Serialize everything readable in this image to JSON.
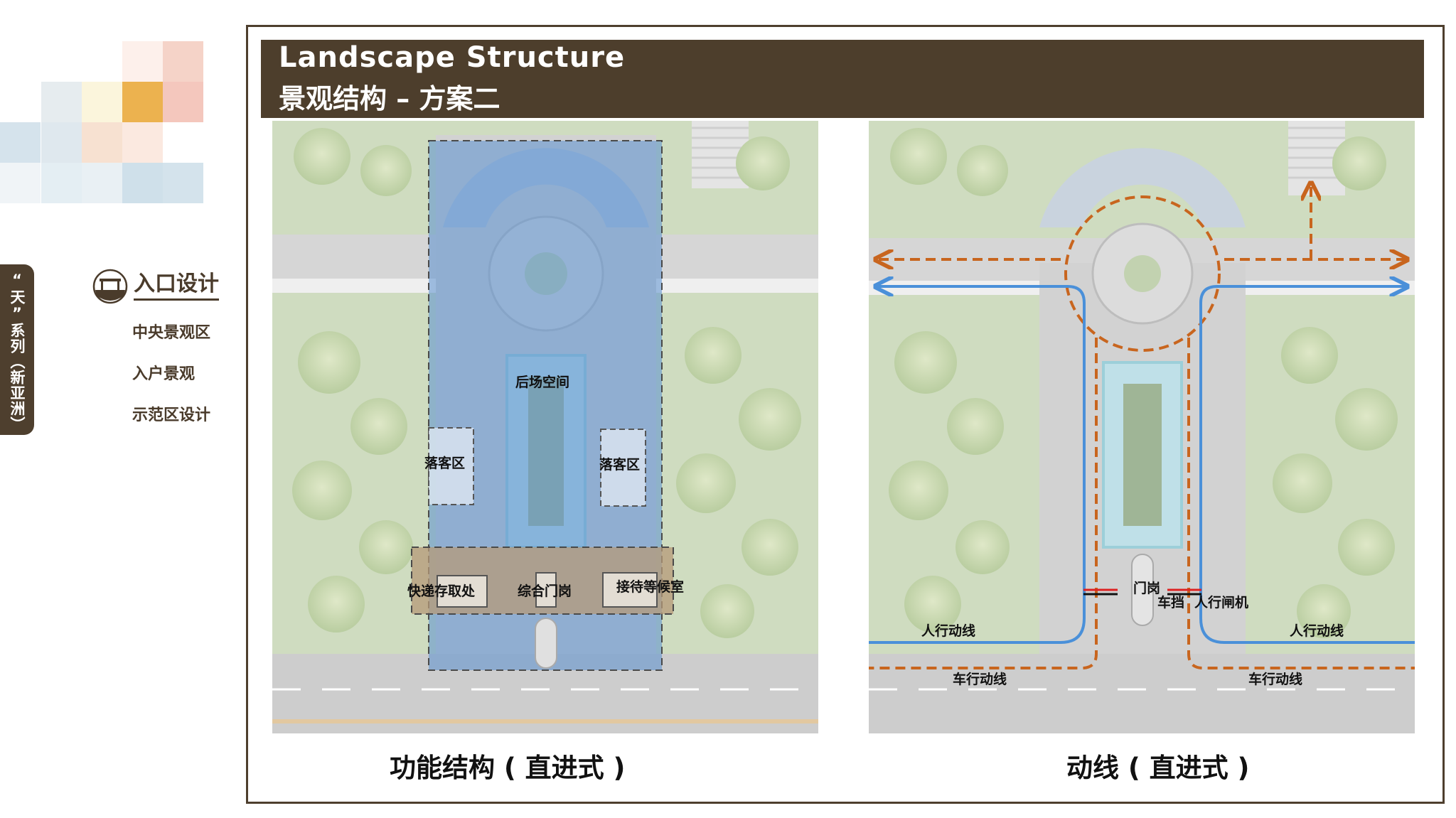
{
  "series_tab": "“天”系列（新亚洲）",
  "menu": {
    "title": "入口设计",
    "items": [
      "中央景观区",
      "入户景观",
      "示范区设计"
    ]
  },
  "header": {
    "title_en": "Landscape Structure",
    "title_zh": "景观结构 – 方案二"
  },
  "left_plan": {
    "caption": "功能结构 ( 直进式 )",
    "labels": {
      "back_space": "后场空间",
      "dropoff_left": "落客区",
      "dropoff_right": "落客区",
      "express": "快递存取处",
      "gatehouse": "综合门岗",
      "reception": "接待等候室"
    }
  },
  "right_plan": {
    "caption": "动线 ( 直进式 )",
    "labels": {
      "ped_left": "人行动线",
      "ped_right": "人行动线",
      "veh_left": "车行动线",
      "veh_right": "车行动线",
      "gate": "门岗",
      "barrier": "车挡",
      "ped_gate": "人行闸机"
    }
  },
  "colors": {
    "brand_brown": "#4d3e2c",
    "pedestrian_line": "#4a90d9",
    "vehicle_line": "#c8651e",
    "function_overlay_blue": "#5a8fd0",
    "function_overlay_tan": "#b69a78"
  }
}
